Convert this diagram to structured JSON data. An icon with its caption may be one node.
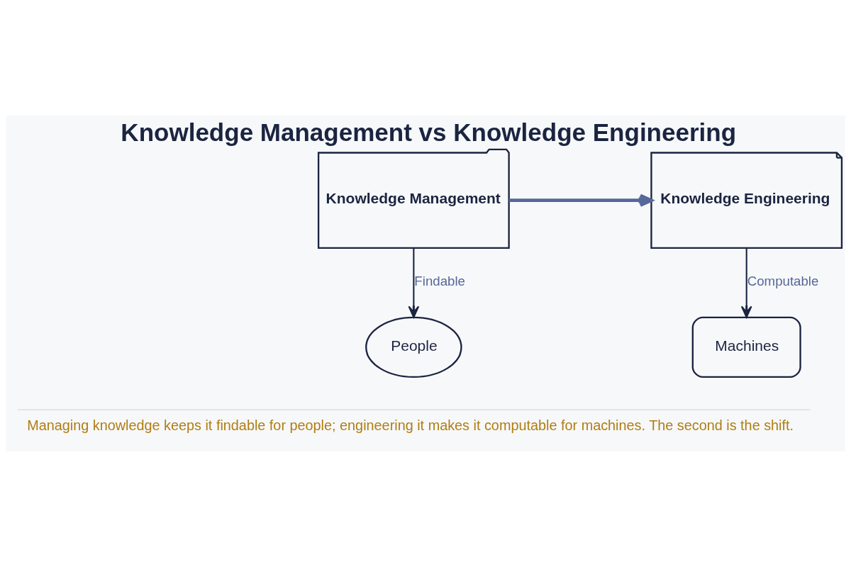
{
  "diagram": {
    "title": "Knowledge Management vs Knowledge Engineering",
    "caption": "Managing knowledge keeps it findable for people; engineering it makes it computable for machines. The second is the shift.",
    "nodes": [
      {
        "text": [
          "Knowledge Management"
        ]
      },
      {
        "text": [
          "People"
        ]
      },
      {
        "text": [
          "Knowledge Engineering"
        ]
      },
      {
        "text": [
          "Machines"
        ]
      }
    ],
    "edges": [
      {
        "from": 0,
        "to": 1,
        "arrow": "to",
        "label": "Findable"
      },
      {
        "from": 0,
        "to": 2,
        "arrow": "to",
        "style": "thick",
        "color": "#56689a"
      },
      {
        "from": 2,
        "to": 3,
        "arrow": "to",
        "label": "Computable"
      }
    ]
  }
}
